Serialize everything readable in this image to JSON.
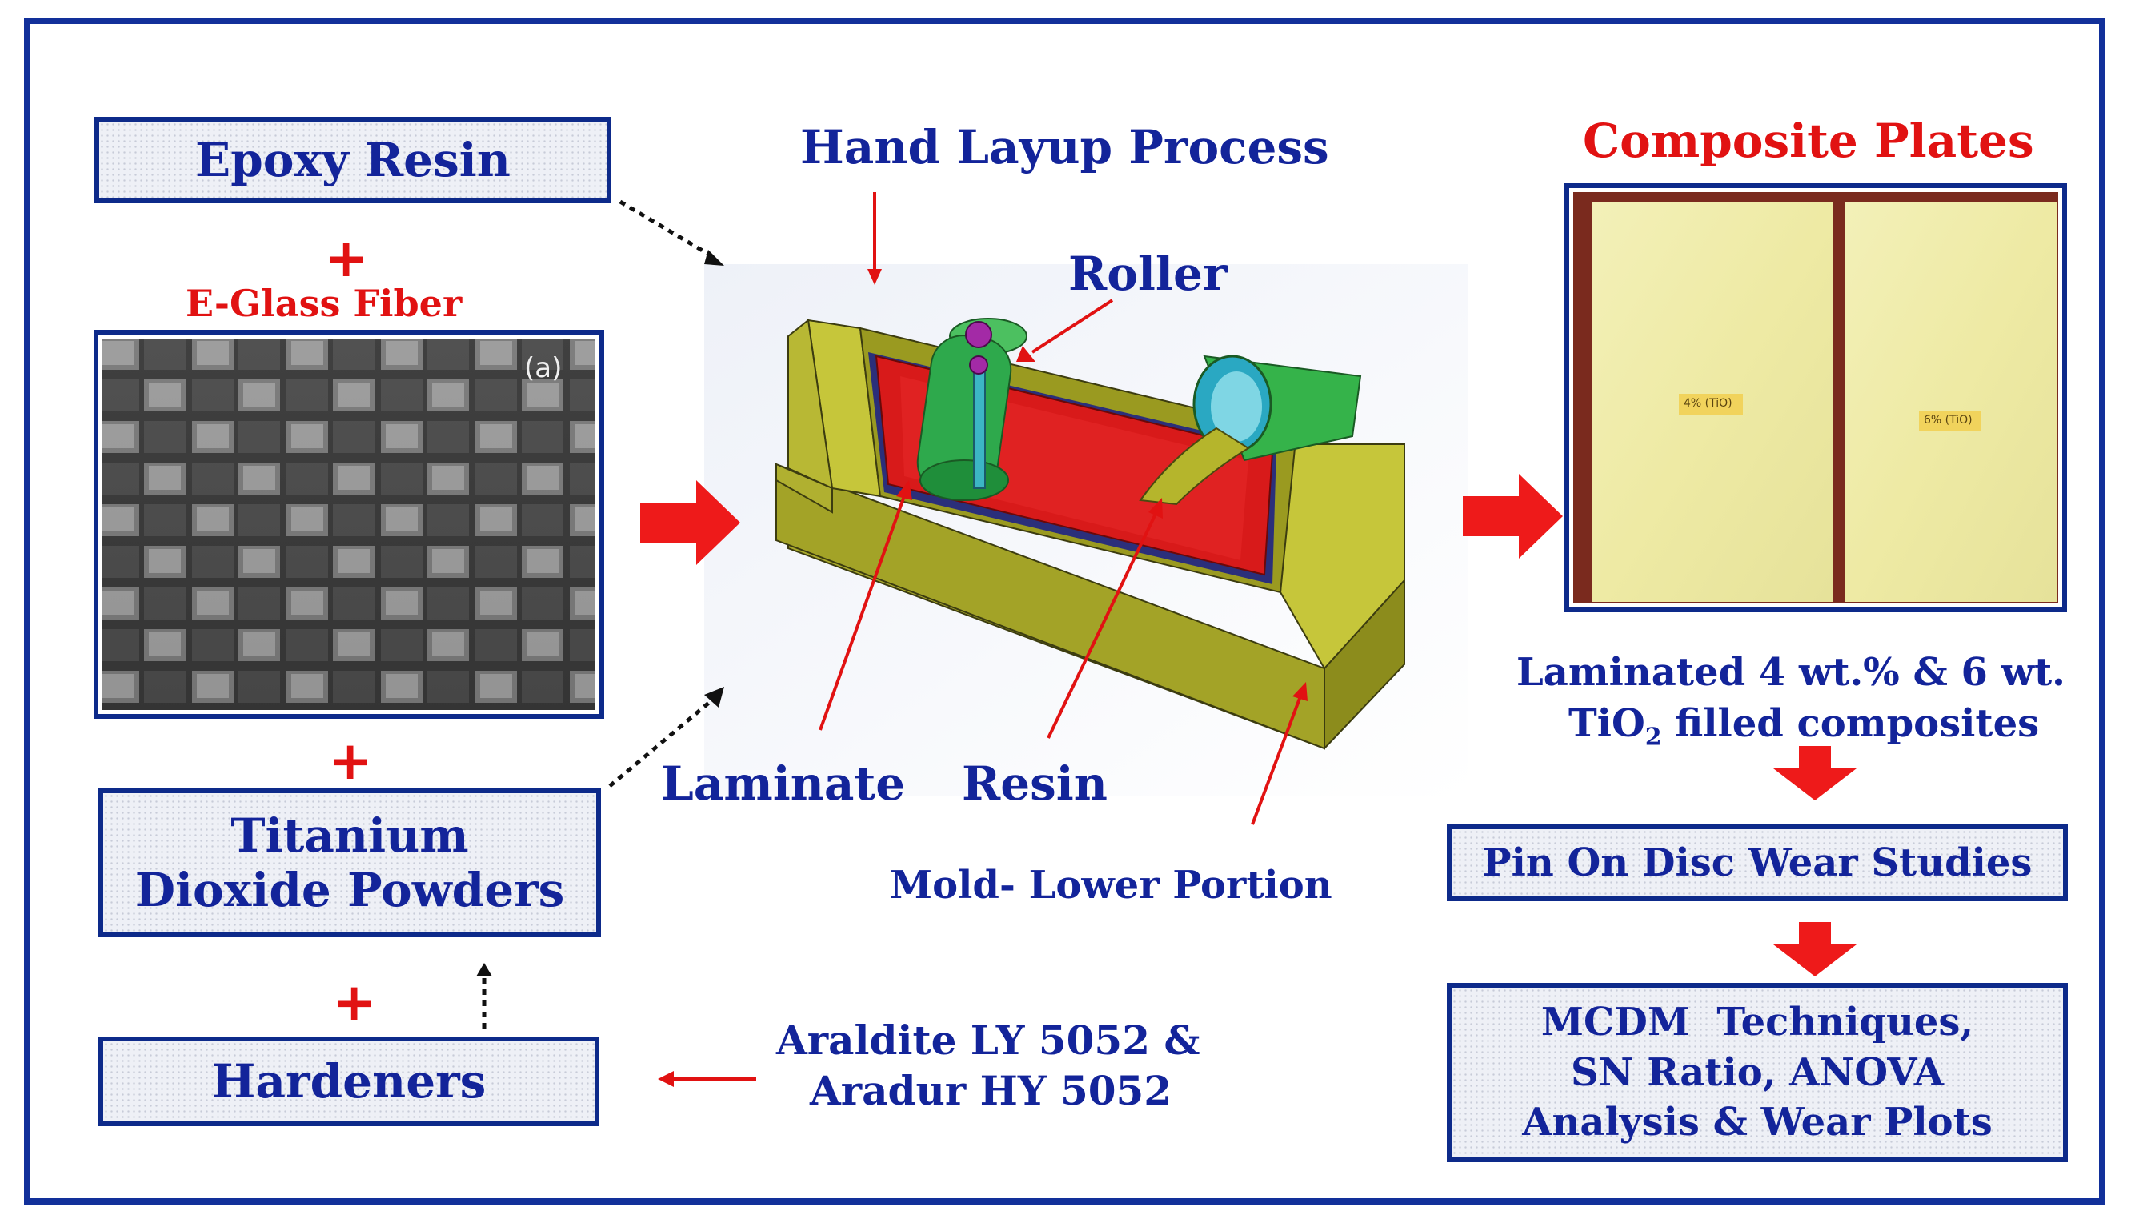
{
  "left": {
    "epoxy_resin": "Epoxy Resin",
    "plus": "+",
    "eglass_label": "E-Glass Fiber",
    "fiber_image_tag": "(a)",
    "titanium_line1": "Titanium",
    "titanium_line2": "Dioxide Powders",
    "hardeners": "Hardeners"
  },
  "center": {
    "process_title": "Hand Layup Process",
    "roller": "Roller",
    "laminate": "Laminate",
    "resin": "Resin",
    "mold_lower": "Mold- Lower Portion",
    "araldite_line1": "Araldite LY 5052 &",
    "araldite_line2": "Aradur HY 5052"
  },
  "right": {
    "composite_title": "Composite Plates",
    "plate_label_left": "4% (TiO)",
    "plate_label_right": "6% (TiO)",
    "laminated_line1": "Laminated 4 wt.%  & 6 wt.",
    "laminated_line2_prefix": "TiO",
    "laminated_line2_sub": "2",
    "laminated_line2_suffix": " filled composites",
    "pin_on_disc": "Pin On Disc Wear Studies",
    "mcdm_line1": "MCDM  Techniques,",
    "mcdm_line2": "SN Ratio, ANOVA",
    "mcdm_line3": "Analysis & Wear Plots"
  },
  "colors": {
    "border_blue": "#12309a",
    "text_blue": "#13249a",
    "accent_red": "#e11212",
    "mold_olive": "#a6a62a",
    "laminate_red": "#d81a1a",
    "roller_green": "#27a64a"
  }
}
